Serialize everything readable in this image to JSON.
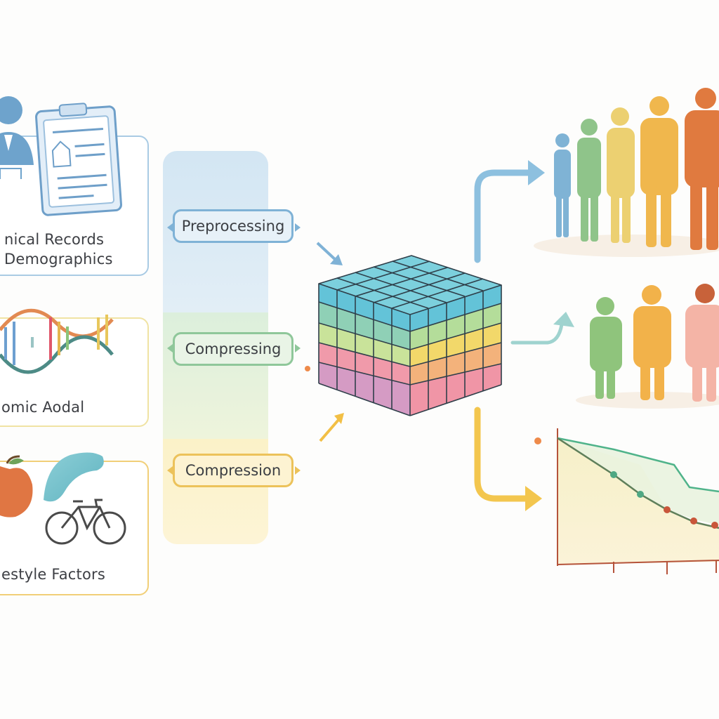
{
  "sources": [
    {
      "label_line1": "nical Records",
      "label_line2": "Demographics",
      "icon": "clinical-record-icon",
      "color": "#8dbadb"
    },
    {
      "label_line1": "omic Aodal",
      "icon": "dna-helix-icon",
      "color": "#f0e3a3"
    },
    {
      "label_line1": "estyle Factors",
      "icon": "lifestyle-icon",
      "color": "#f1cf78"
    }
  ],
  "steps": [
    {
      "label": "Preprocessing",
      "color": "#7fb2d6"
    },
    {
      "label": "Compressing",
      "color": "#8fc79a"
    },
    {
      "label": "Compression",
      "color": "#ecc25a"
    }
  ],
  "central_icon": "data-cube-icon",
  "outputs": [
    {
      "icon": "population-group-icon",
      "people_colors": [
        "#7fb3d5",
        "#8fc48a",
        "#ecd071",
        "#f0b74d",
        "#e07a3f"
      ]
    },
    {
      "icon": "patient-subgroup-icon",
      "people_colors": [
        "#8fc47c",
        "#f2b24a",
        "#f4b4a6"
      ]
    },
    {
      "icon": "trend-chart-icon"
    }
  ]
}
